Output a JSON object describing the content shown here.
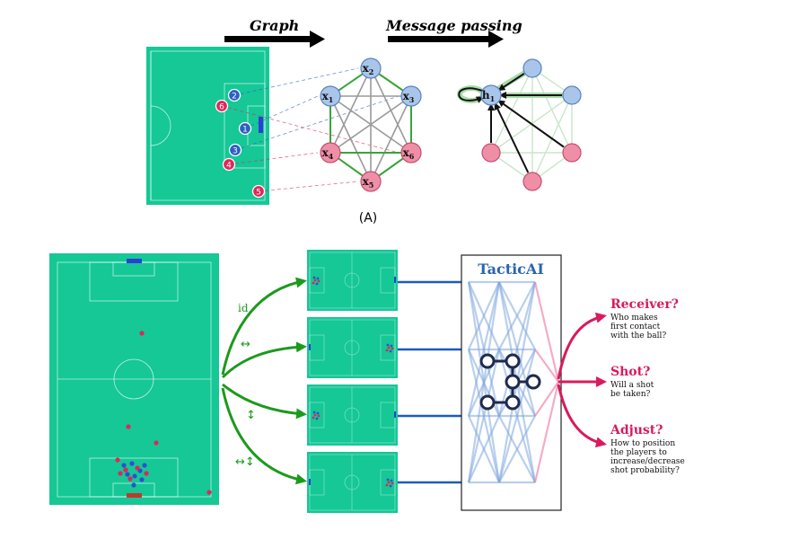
{
  "panel_a": {
    "graph_label": "Graph",
    "message_label": "Message passing",
    "caption": "(A)",
    "pitch_players": [
      {
        "num": "1",
        "team": "blue"
      },
      {
        "num": "2",
        "team": "blue"
      },
      {
        "num": "3",
        "team": "blue"
      },
      {
        "num": "4",
        "team": "red"
      },
      {
        "num": "5",
        "team": "red"
      },
      {
        "num": "6",
        "team": "red"
      }
    ],
    "nodes": [
      {
        "id": "x1",
        "base": "x",
        "sub": "1",
        "team": "blue"
      },
      {
        "id": "x2",
        "base": "x",
        "sub": "2",
        "team": "blue"
      },
      {
        "id": "x3",
        "base": "x",
        "sub": "3",
        "team": "blue"
      },
      {
        "id": "x4",
        "base": "x",
        "sub": "4",
        "team": "red"
      },
      {
        "id": "x5",
        "base": "x",
        "sub": "5",
        "team": "red"
      },
      {
        "id": "x6",
        "base": "x",
        "sub": "6",
        "team": "red"
      }
    ],
    "hidden_node": {
      "base": "h",
      "sub": "1"
    }
  },
  "panel_b": {
    "transforms": [
      "id",
      "↔",
      "↕",
      "↔↕"
    ],
    "model_title": "TacticAI",
    "outputs": [
      {
        "title": "Receiver?",
        "lines": [
          "Who makes",
          "first contact",
          "with the ball?"
        ]
      },
      {
        "title": "Shot?",
        "lines": [
          "Will a shot",
          "be taken?"
        ]
      },
      {
        "title": "Adjust?",
        "lines": [
          "How to position",
          "the players to",
          "increase/decrease",
          "shot probability?"
        ]
      }
    ]
  },
  "colors": {
    "pitch": "#15c896",
    "blue_player": "#2f5fc0",
    "red_player": "#e0265a",
    "blue_node": "#a9c6ea",
    "red_node": "#ef8fa7",
    "arrow_green": "#1c9a1c",
    "arrow_blue": "#1a5bbf",
    "accent_red": "#d81b5e",
    "tacticai_blue": "#2a63b3"
  }
}
